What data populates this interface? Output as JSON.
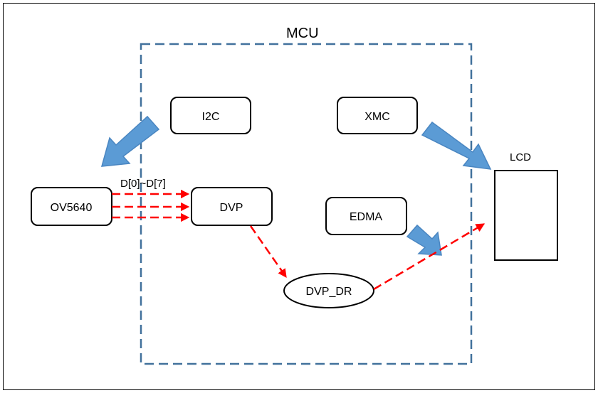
{
  "mcu": {
    "label": "MCU"
  },
  "blocks": {
    "i2c": "I2C",
    "xmc": "XMC",
    "ov5640": "OV5640",
    "dvp": "DVP",
    "edma": "EDMA",
    "dvp_dr": "DVP_DR",
    "lcd": "LCD"
  },
  "bus_label": "D[0]~D[7]",
  "colors": {
    "mcu_border": "#41719C",
    "block_arrow_fill": "#5B9BD5",
    "block_arrow_stroke": "#4A86C1",
    "data_arrow": "#FF0000",
    "box_stroke": "#000000"
  }
}
